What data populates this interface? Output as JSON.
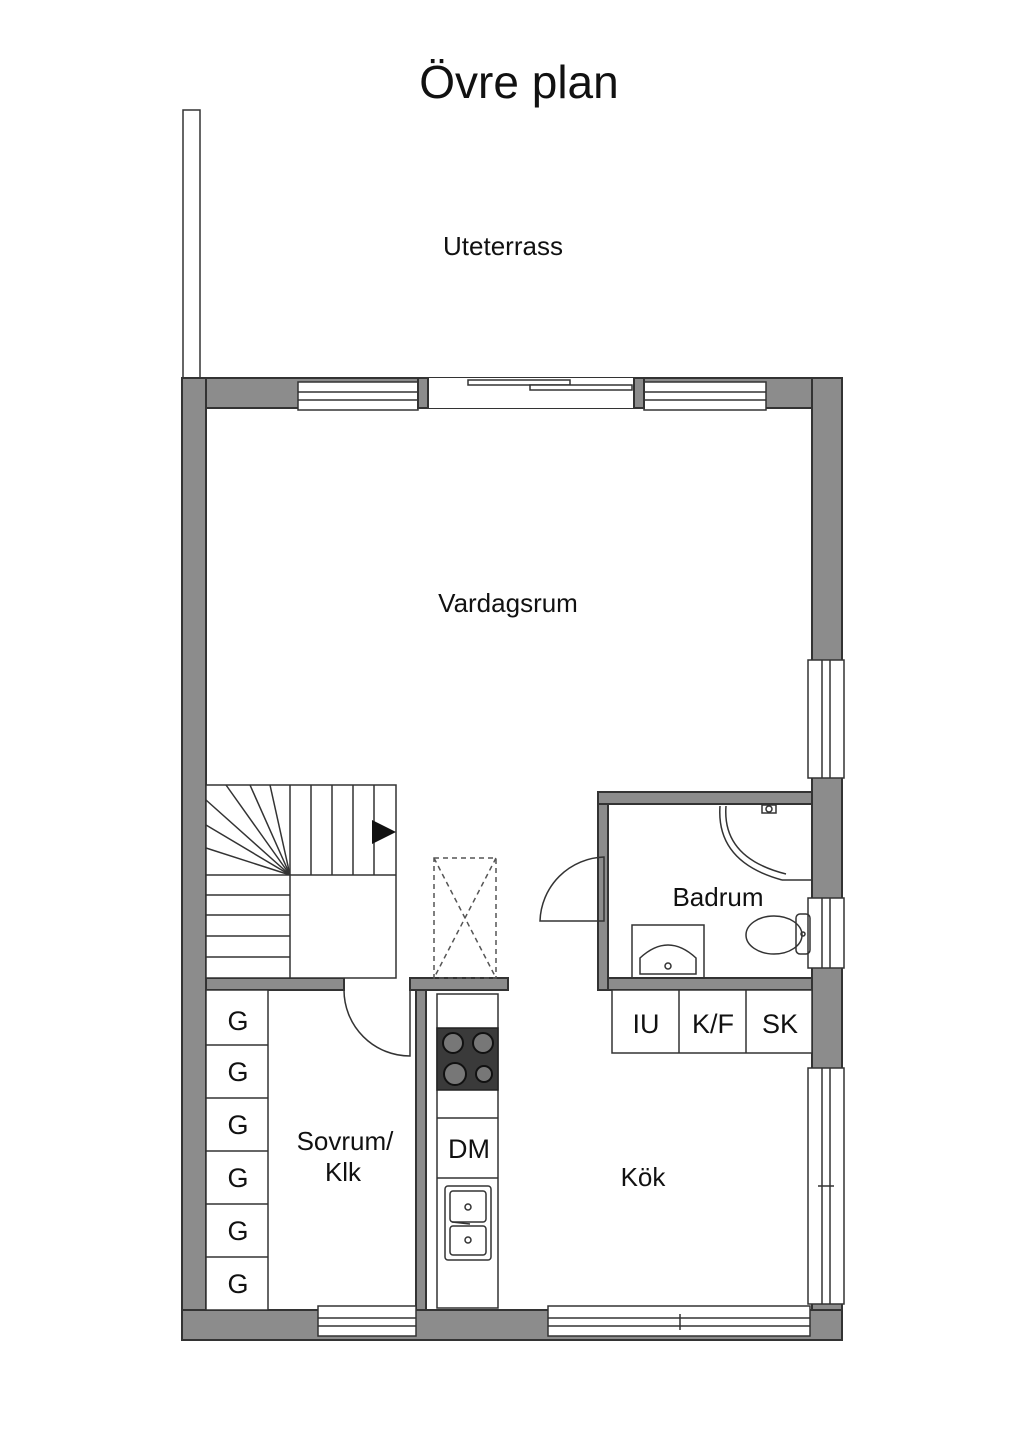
{
  "title": "Övre plan",
  "rooms": {
    "terrace": "Uteterrass",
    "living": "Vardagsrum",
    "bathroom": "Badrum",
    "bedroom_line1": "Sovrum/",
    "bedroom_line2": "Klk",
    "kitchen": "Kök"
  },
  "appliances": {
    "iu": "IU",
    "kf": "K/F",
    "sk": "SK",
    "dm": "DM"
  },
  "wardrobes": [
    "G",
    "G",
    "G",
    "G",
    "G",
    "G"
  ],
  "colors": {
    "wall": "#8c8c8c",
    "line": "#333333",
    "background": "#ffffff"
  }
}
